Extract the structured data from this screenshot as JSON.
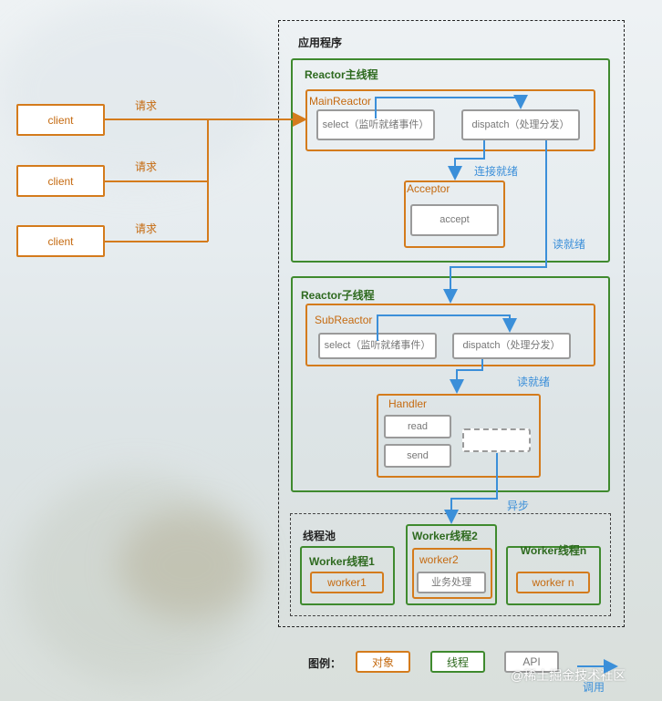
{
  "clients": [
    "client",
    "client",
    "client"
  ],
  "request_labels": [
    "请求",
    "请求",
    "请求"
  ],
  "app_title": "应用程序",
  "main_reactor_group": {
    "title": "Reactor主线程",
    "reactor_name": "MainReactor",
    "select": "select（监听就绪事件）",
    "dispatch": "dispatch（处理分发）",
    "connect_ready": "连接就绪",
    "acceptor": "Acceptor",
    "accept": "accept"
  },
  "read_ready_1": "读就绪",
  "sub_reactor_group": {
    "title": "Reactor子线程",
    "reactor_name": "SubReactor",
    "select": "select（监听就绪事件）",
    "dispatch": "dispatch（处理分发）",
    "read_ready": "读就绪",
    "handler": "Handler",
    "read": "read",
    "send": "send"
  },
  "async_label": "异步",
  "pool": {
    "title": "线程池",
    "worker1_title": "Worker线程1",
    "worker1": "worker1",
    "worker2_title": "Worker线程2",
    "worker2": "worker2",
    "business": "业务处理",
    "workern_title": "Worker线程n",
    "workern": "worker n"
  },
  "legend": {
    "title": "图例：",
    "object": "对象",
    "thread": "线程",
    "api": "API",
    "call": "调用"
  },
  "watermark": "@稀土掘金技术社区",
  "colors": {
    "orange": "#d47b1c",
    "green": "#3f8a2e",
    "blue": "#3b8fd9",
    "gray": "#9a9a9a"
  }
}
